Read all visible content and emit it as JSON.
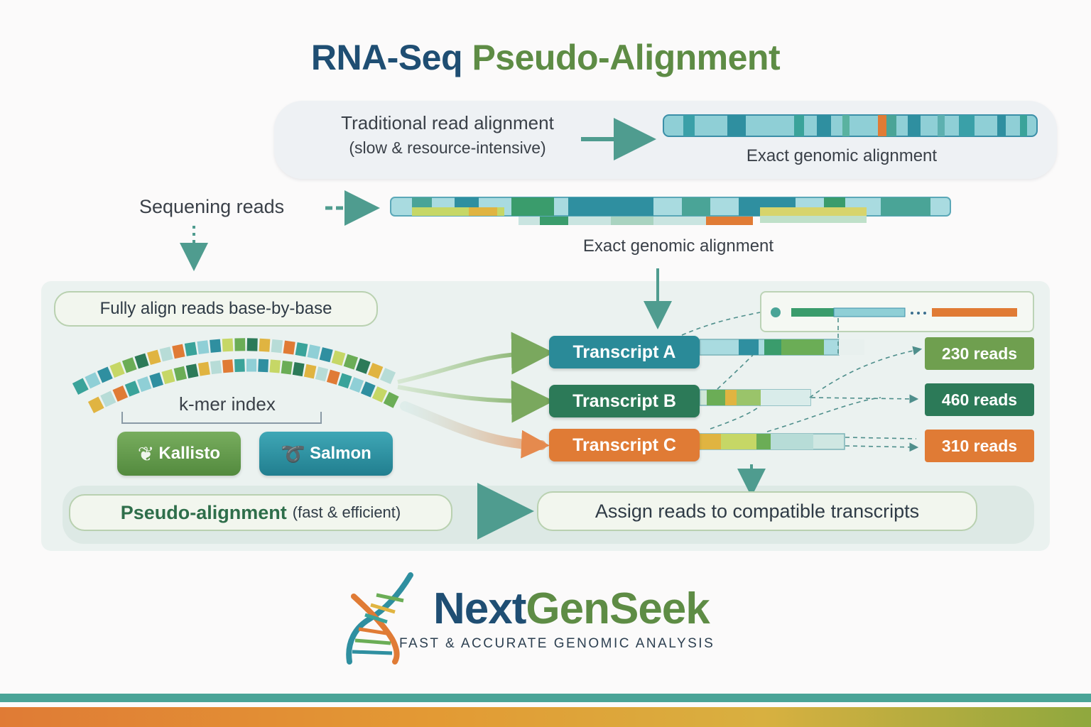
{
  "title": {
    "part1": "RNA-Seq",
    "part2": "Pseudo-Alignment"
  },
  "traditional": {
    "title": "Traditional read alignment",
    "subtitle": "(slow & resource-intensive)",
    "result": "Exact genomic alignment"
  },
  "sequencing": {
    "label": "Sequening reads",
    "result": "Exact genomic alignment"
  },
  "fully_align": "Fully align reads base-by-base",
  "kmer_index": "k-mer index",
  "tools": [
    {
      "label": "Kallisto",
      "icon": "feather-icon"
    },
    {
      "label": "Salmon",
      "icon": "fish-icon"
    }
  ],
  "transcripts": [
    {
      "label": "Transcript A",
      "count": "230 reads",
      "color": "#2a8a98",
      "count_color": "#6f9f4f"
    },
    {
      "label": "Transcript B",
      "count": "460 reads",
      "color": "#2c7a58",
      "count_color": "#2c7a58"
    },
    {
      "label": "Transcript C",
      "count": "310 reads",
      "color": "#e07b35",
      "count_color": "#e07b35"
    }
  ],
  "pseudo": {
    "strong": "Pseudo-alignment",
    "note": "(fast & efficient)"
  },
  "assign": "Assign reads to compatible transcripts",
  "brand": {
    "name_part1": "Next",
    "name_part2": "GenSeek",
    "tagline": "FAST & ACCURATE GENOMIC ANALYSIS"
  },
  "colors": {
    "navy": "#1f4e73",
    "green": "#5e8c45",
    "teal": "#2a8a98",
    "orange": "#e07b35"
  }
}
